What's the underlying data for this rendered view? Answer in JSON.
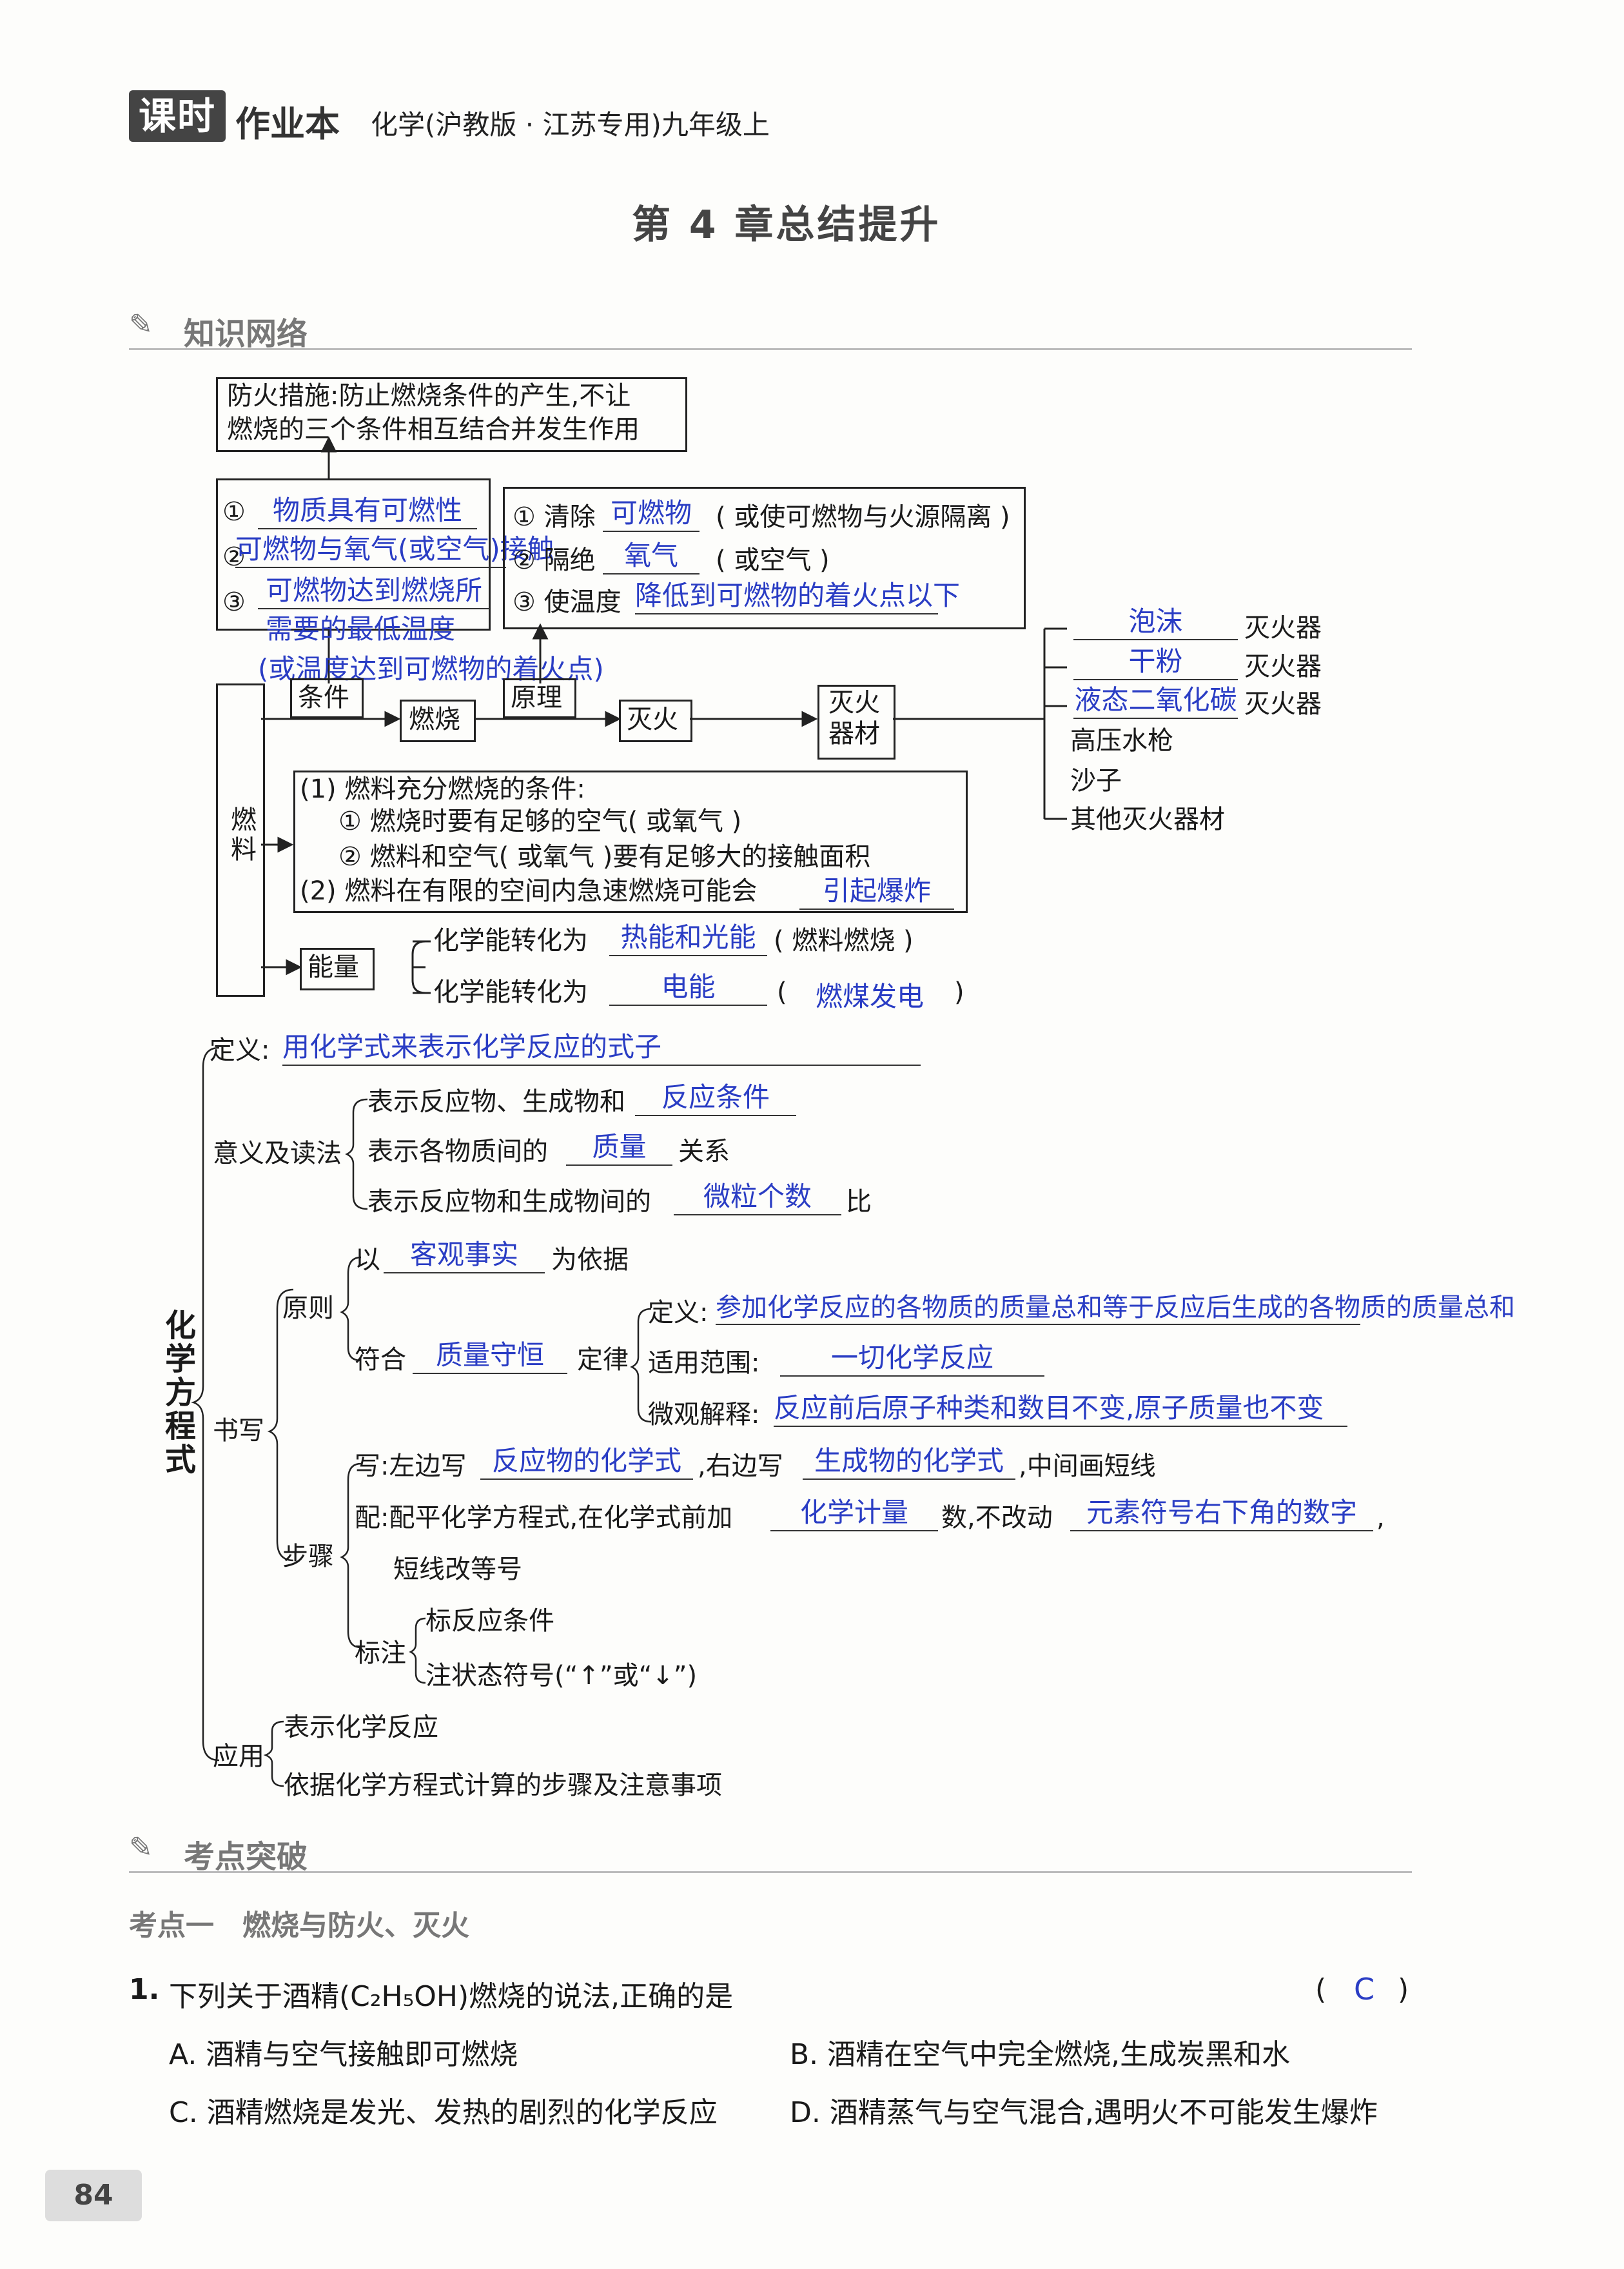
{
  "header": {
    "logo": "课时",
    "title": "作业本",
    "subject": "化学(沪教版 · 江苏专用)九年级上"
  },
  "chapter_title": "第 4 章总结提升",
  "sections": {
    "knowledge_network": "知识网络",
    "exam_points": "考点突破"
  },
  "fire_prevention": {
    "line1": "防火措施:防止燃烧条件的产生,不让",
    "line2": "燃烧的三个条件相互结合并发生作用"
  },
  "conditions": {
    "n1": "①",
    "n2": "②",
    "n3": "③",
    "a1": "物质具有可燃性",
    "a2": "可燃物与氧气(或空气)接触",
    "a3_1": "可燃物达到燃烧所",
    "a3_2": "需要的最低温度",
    "a3_3": "(或温度达到可燃物的着火点)"
  },
  "principles": {
    "p1_pre": "① 清除",
    "p1_ans": "可燃物",
    "p1_post": "( 或使可燃物与火源隔离 )",
    "p2_pre": "② 隔绝",
    "p2_ans": "氧气",
    "p2_post": "( 或空气 )",
    "p3_pre": "③ 使温度",
    "p3_ans": "降低到可燃物的着火点以下"
  },
  "flow": {
    "condition": "条件",
    "combustion": "燃烧",
    "principle": "原理",
    "extinguish": "灭火",
    "equipment": "灭火器材",
    "fuel": "燃料",
    "energy": "能量"
  },
  "extinguishers": {
    "a1": "泡沫",
    "a2": "干粉",
    "a3": "液态二氧化碳",
    "suffix": "灭火器",
    "i4": "高压水枪",
    "i5": "沙子",
    "i6": "其他灭火器材"
  },
  "fuel_box": {
    "l1": "(1) 燃料充分燃烧的条件:",
    "l2": "① 燃烧时要有足够的空气( 或氧气 )",
    "l3": "② 燃料和空气( 或氧气 )要有足够大的接触面积",
    "l4": "(2) 燃料在有限的空间内急速燃烧可能会",
    "l4_ans": "引起爆炸"
  },
  "energy_rows": {
    "r1_pre": "化学能转化为",
    "r1_ans": "热能和光能",
    "r1_post": "( 燃料燃烧 )",
    "r2_pre": "化学能转化为",
    "r2_ans": "电能",
    "r2_open": "(",
    "r2_ans2": "燃煤发电",
    "r2_close": ")"
  },
  "equation": {
    "root": "化学方程式",
    "def_label": "定义:",
    "def_ans": "用化学式来表示化学反应的式子",
    "meaning_label": "意义及读法",
    "m1_pre": "表示反应物、生成物和",
    "m1_ans": "反应条件",
    "m2_pre": "表示各物质间的",
    "m2_ans": "质量",
    "m2_post": "关系",
    "m3_pre": "表示反应物和生成物间的",
    "m3_ans": "微粒个数",
    "m3_post": "比",
    "write_label": "书写",
    "principle_label": "原则",
    "pr1_pre": "以",
    "pr1_ans": "客观事实",
    "pr1_post": "为依据",
    "pr2_pre": "符合",
    "pr2_ans": "质量守恒",
    "pr2_post": "定律",
    "law_def_label": "定义:",
    "law_def_ans": "参加化学反应的各物质的质量总和等于反应后生成的各物质的质量总和",
    "law_scope_label": "适用范围:",
    "law_scope_ans": "一切化学反应",
    "law_micro_label": "微观解释:",
    "law_micro_ans": "反应前后原子种类和数目不变,原子质量也不变",
    "steps_label": "步骤",
    "s1_pre": "写:左边写",
    "s1_ans": "反应物的化学式",
    "s1_mid": ",右边写",
    "s1_ans2": "生成物的化学式",
    "s1_post": ",中间画短线",
    "s2_pre": "配:配平化学方程式,在化学式前加",
    "s2_ans": "化学计量",
    "s2_mid": "数,不改动",
    "s2_ans2": "元素符号右下角的数字",
    "s2_post": ",",
    "s2_line2": "短线改等号",
    "mark_label": "标注",
    "mk1": "标反应条件",
    "mk2": "注状态符号(“↑”或“↓”)",
    "app_label": "应用",
    "ap1": "表示化学反应",
    "ap2": "依据化学方程式计算的步骤及注意事项"
  },
  "exam": {
    "point1": "考点一　燃烧与防火、灭火",
    "q1_num": "1.",
    "q1_text": "下列关于酒精(C₂H₅OH)燃烧的说法,正确的是",
    "q1_open": "(",
    "q1_answer": "C",
    "q1_close": ")",
    "optA": "A. 酒精与空气接触即可燃烧",
    "optB": "B. 酒精在空气中完全燃烧,生成炭黑和水",
    "optC": "C. 酒精燃烧是发光、发热的剧烈的化学反应",
    "optD": "D. 酒精蒸气与空气混合,遇明火不可能发生爆炸"
  },
  "page_number": "84"
}
